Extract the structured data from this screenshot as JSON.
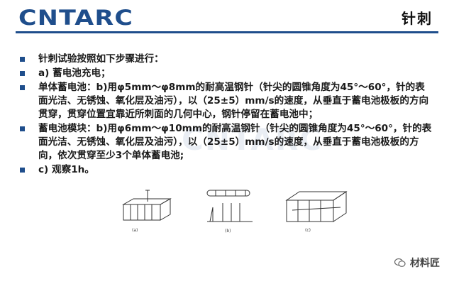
{
  "header": {
    "logo_text": "CNTARC",
    "title": "针刺"
  },
  "bullets": [
    "针刺试验按照如下步骤进行：",
    "a) 蓄电池充电；",
    "单体蓄电池：b)用φ5mm～φ8mm的耐高温钢针（针尖的圆锥角度为45°～60°，针的表面光洁、无锈蚀、氧化层及油污），以（25±5）mm/s的速度，从垂直于蓄电池极板的方向贯穿，贯穿位置宜靠近所刺面的几何中心，钢针停留在蓄电池中；",
    "蓄电池模块：b)用φ6mm～φ10mm的耐高温钢针（针尖的圆锥角度为45°～60°，针的表面光洁、无锈蚀、氧化层及油污），以（25±5）mm/s的速度，从垂直于蓄电池极板的方向，依次贯穿至少3个单体蓄电池;",
    "c) 观察1h。"
  ],
  "watermark": "CNTARC",
  "figures": {
    "labels": [
      "(a)",
      "(b)",
      "(c)"
    ]
  },
  "footer": {
    "account_name": "材料匠"
  },
  "colors": {
    "brand": "#1f4e8c",
    "text": "#1a1a1a"
  },
  "icons": {
    "bullet": "square-bullet-icon",
    "footer": "wechat-icon"
  }
}
